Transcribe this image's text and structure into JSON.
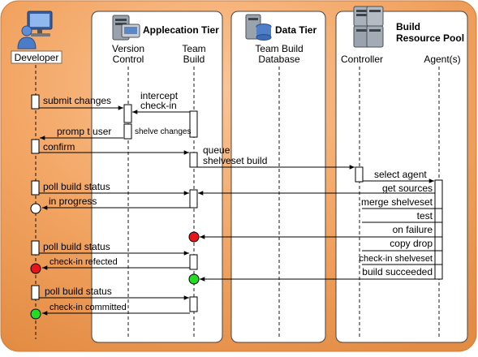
{
  "tiers": {
    "app": "Applecation Tier",
    "data": "Data Tier",
    "pool_line1": "Build",
    "pool_line2": "Resource Pool"
  },
  "actors": {
    "developer": "Developer",
    "vc_line1": "Version",
    "vc_line2": "Control",
    "tb_line1": "Team",
    "tb_line2": "Build",
    "db_line1": "Team Build",
    "db_line2": "Database",
    "controller": "Controller",
    "agents": "Agent(s)"
  },
  "messages": {
    "submit_changes": "submit changes",
    "intercept": "intercept",
    "checkin": "check-in",
    "shelve_changes": "shelve changes",
    "prompt_user": "promp t user",
    "confirm": "confirm",
    "queue": "queue",
    "shelveset_build": "shelveset build",
    "select_agent": "select agent",
    "poll1": "poll build status",
    "get_sources": "get sources",
    "in_progress": "in progress",
    "merge_shelveset": "merge shelveset",
    "test": "test",
    "on_failure": "on failure",
    "poll2": "poll build status",
    "copy_drop": "copy drop",
    "checkin_rejected": "check-in refected",
    "checkin_shelveset": "check-in shelveset",
    "build_succeeded": "build succeeded",
    "poll3": "poll build status",
    "checkin_committed": "check-in committed"
  },
  "colors": {
    "background_orange": "#f0a05c",
    "panel": "#ffffff",
    "status_red": "#e8141c",
    "status_green": "#22dd22",
    "status_white": "#ffffff"
  }
}
